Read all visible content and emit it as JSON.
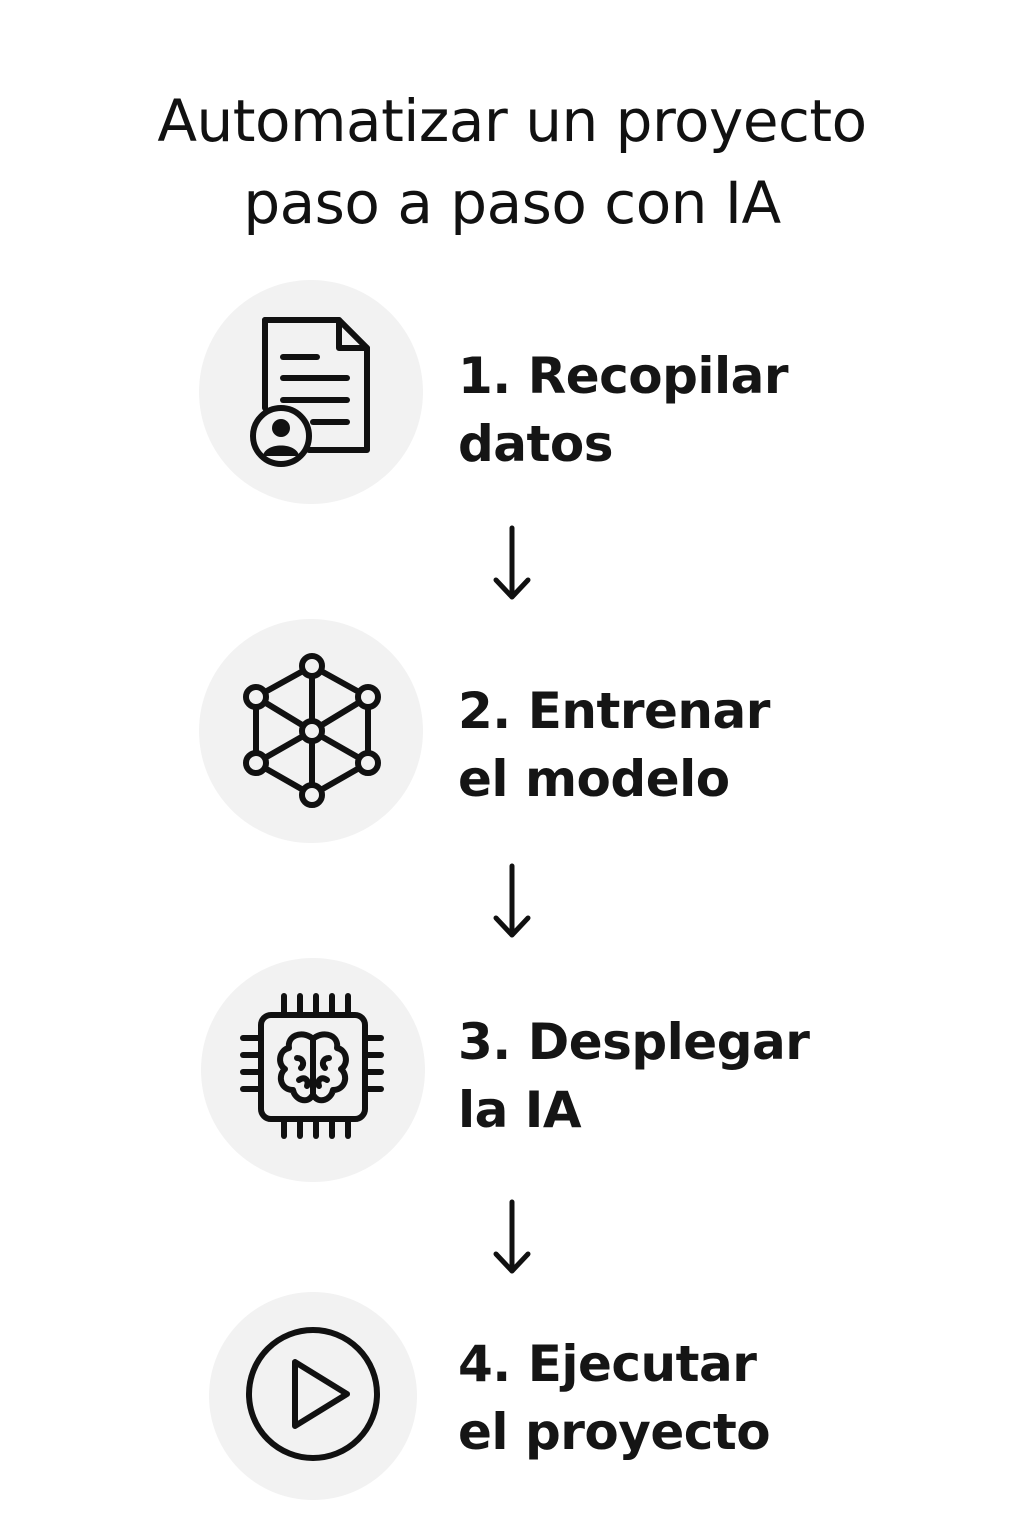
{
  "title": {
    "line1": "Automatizar un proyecto",
    "line2": "paso a paso con IA"
  },
  "steps": [
    {
      "line1": "1. Recopilar",
      "line2": "datos",
      "icon": "document-user-icon"
    },
    {
      "line1": "2. Entrenar",
      "line2": "el modelo",
      "icon": "network-graph-icon"
    },
    {
      "line1": "3. Desplegar",
      "line2": "la IA",
      "icon": "brain-chip-icon"
    },
    {
      "line1": "4. Ejecutar",
      "line2": "el proyecto",
      "icon": "play-icon"
    }
  ],
  "colors": {
    "circle": "#f2f2f2",
    "stroke": "#111111"
  }
}
